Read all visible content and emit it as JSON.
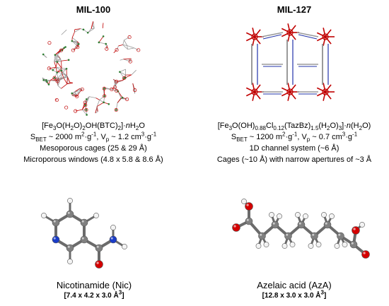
{
  "mil100": {
    "title": "MIL-100",
    "formula_html": "[Fe<sub>3</sub>O(H<sub>2</sub>O)<sub>2</sub>OH(BTC)<sub>2</sub>]·<i>n</i>H<sub>2</sub>O",
    "surface_html": "S<sub>BET</sub> ~ 2000 m<sup>2</sup>·g<sup>-1</sup>, V<sub>p</sub> ~ 1.2 cm<sup>3</sup>·g<sup>-1</sup>",
    "line3": "Mesoporous cages (25 & 29 Å)",
    "line4": "Microporous windows (4.8 x 5.8 & 8.6 Å)"
  },
  "mil127": {
    "title": "MIL-127",
    "formula_html": "[Fe<sub>3</sub>O(OH)<sub>0.88</sub>Cl<sub>0.12</sub>(TazBz)<sub>1.5</sub>(H<sub>2</sub>O)<sub>3</sub>]·<i>n</i>(H<sub>2</sub>O)",
    "surface_html": "S<sub>BET</sub> ~ 1200 m<sup>2</sup>·g<sup>-1</sup>, V<sub>p</sub> ~ 0.7 cm<sup>3</sup>·g<sup>-1</sup>",
    "line3": "1D channel system (~6 Å)",
    "line4": "Cages (~10 Å) with narrow apertures of ~3 Å"
  },
  "nic": {
    "name": "Nicotinamide (Nic)",
    "size_html": "[7.4 x 4.2 x 3.0 Å<sup>3</sup>]"
  },
  "aza": {
    "name": "Azelaic acid (AzA)",
    "size_html": "[12.8 x 3.0 x 3.0 Å<sup>3</sup>]"
  },
  "colors": {
    "framework_red": "#c00000",
    "framework_grey": "#9a9a9a",
    "framework_green": "#2e7d32",
    "linker_blue": "#2233aa",
    "carbon_grey": "#808080",
    "oxygen_red": "#d40000",
    "nitrogen_blue": "#1a3cc8",
    "hydrogen_white": "#f2f2f2"
  }
}
